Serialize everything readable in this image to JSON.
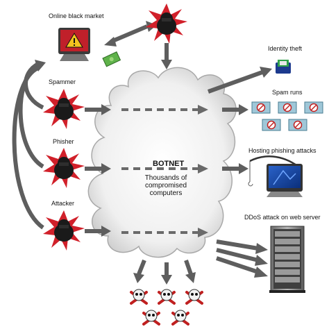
{
  "labels": {
    "online_black_market": "Online black market",
    "spammer": "Spammer",
    "phisher": "Phisher",
    "attacker": "Attacker",
    "identity_theft": "Identity theft",
    "spam_runs": "Spam runs",
    "hosting_phishing": "Hosting phishing attacks",
    "ddos": "DDoS attack on web server"
  },
  "center": {
    "title": "BOTNET",
    "subtitle": "Thousands of compromised computers"
  },
  "colors": {
    "arrow": "#5e5e5e",
    "cloud_fill": "#ececec",
    "cloud_edge": "#a9a9a9",
    "burst": "#d1202a",
    "figure": "#1a1a1a",
    "skull_fill": "#f2f2f2",
    "crossbones": "#c02020"
  },
  "icons": {
    "actor": "hacker-figure-icon",
    "market_screen": "warning-monitor-icon",
    "cash": "money-bundle-icon",
    "identity": "wallet-cards-icon",
    "envelope": "spam-envelope-icon",
    "phishing": "fishing-rod-monitor-icon",
    "server": "server-rack-icon",
    "skull": "skull-crossbones-icon"
  }
}
